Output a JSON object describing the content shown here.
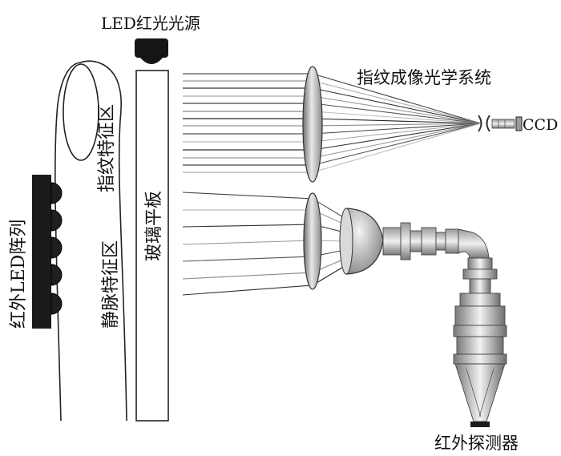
{
  "labels": {
    "led_red_source": "LED红光光源",
    "fingerprint_optics": "指纹成像光学系统",
    "ccd": "CCD",
    "fingerprint_region": "指纹特征区",
    "glass_plate": "玻璃平板",
    "vein_region": "静脉特征区",
    "ir_led_array": "红外LED阵列",
    "ir_detector": "红外探测器"
  }
}
